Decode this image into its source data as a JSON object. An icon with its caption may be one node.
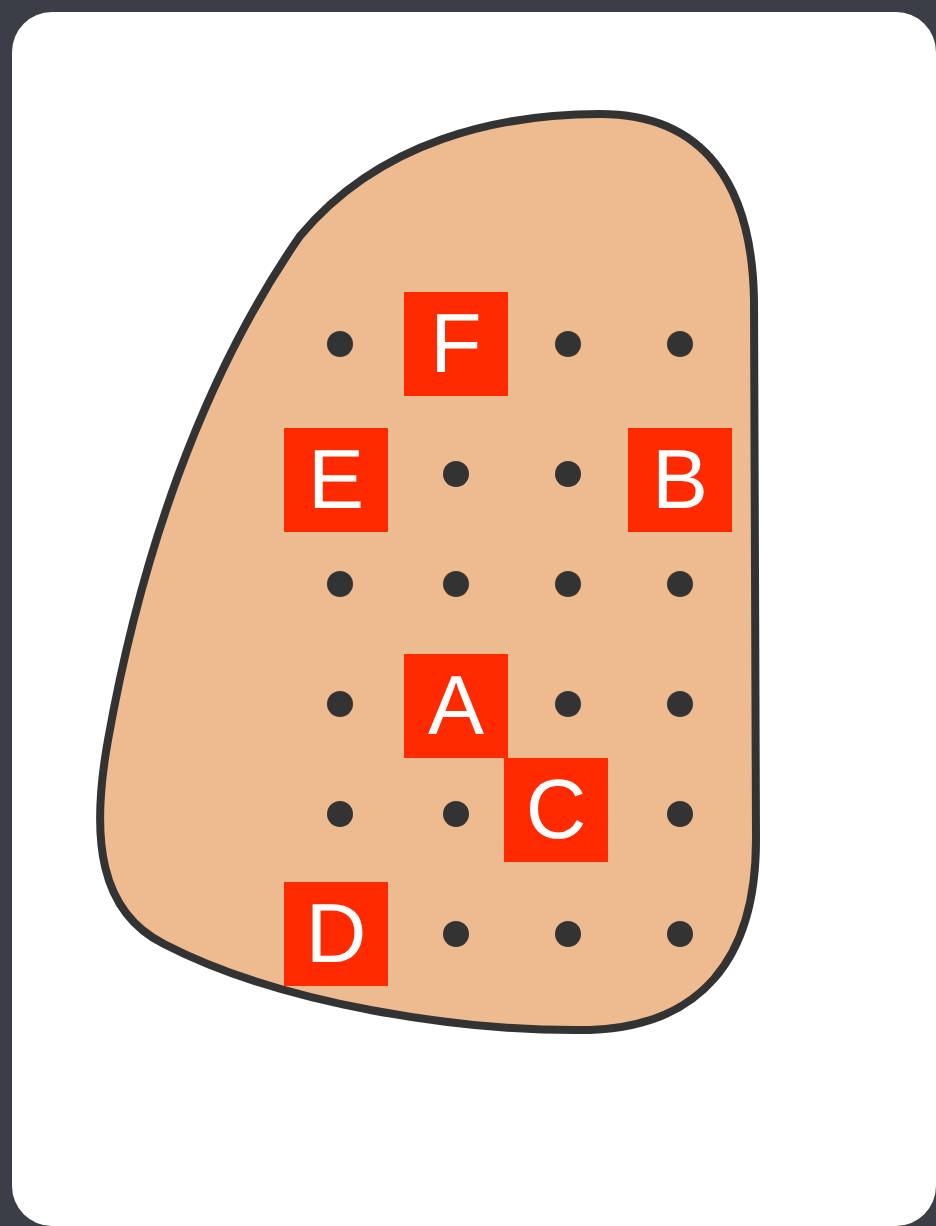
{
  "diagram": {
    "nodes": [
      {
        "text": [],
        "shape": "blob"
      },
      {
        "text": [
          "F"
        ],
        "in": 0
      },
      {
        "text": [
          "E"
        ],
        "in": 0
      },
      {
        "text": [
          "B"
        ],
        "in": 0
      },
      {
        "text": [
          "A"
        ],
        "in": 0
      },
      {
        "text": [
          "C"
        ],
        "in": 0
      },
      {
        "text": [
          "D"
        ],
        "in": 0
      }
    ]
  }
}
